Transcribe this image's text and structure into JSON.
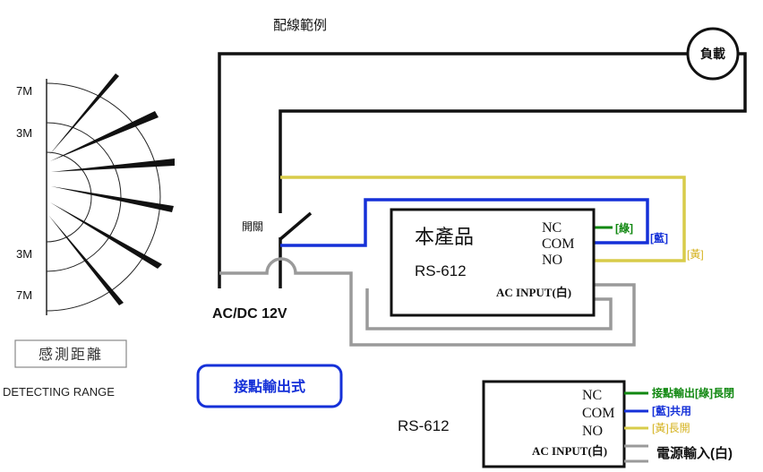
{
  "title": "配線範例",
  "detection": {
    "ticks": [
      "7M",
      "3M",
      "3M",
      "7M"
    ],
    "boxed_label": "感測距離",
    "caption": "DETECTING RANGE"
  },
  "colors": {
    "black": "#111111",
    "yellow": "#d8cc4a",
    "blue": "#1530d8",
    "green": "#118811",
    "gray": "#9a9a9a",
    "tag_yellow": "#d4b11c"
  },
  "main_diagram": {
    "load": "負載",
    "switch": "開關",
    "power": "AC/DC 12V",
    "product_name": "本產品",
    "model": "RS-612",
    "terminals": [
      "NC",
      "COM",
      "NO"
    ],
    "ac_input": "AC INPUT(白)",
    "wire_tags": {
      "green": "[綠]",
      "blue": "[藍]",
      "yellow": "[黃]"
    },
    "contact_output": "接點輸出式"
  },
  "bottom_diagram": {
    "model": "RS-612",
    "terminals": [
      "NC",
      "COM",
      "NO"
    ],
    "ac_input": "AC INPUT(白)",
    "labels": {
      "nc": "接點輸出[綠]長閉",
      "com": "[藍]共用",
      "no": "[黃]長開",
      "power": "電源輸入(白)"
    }
  }
}
